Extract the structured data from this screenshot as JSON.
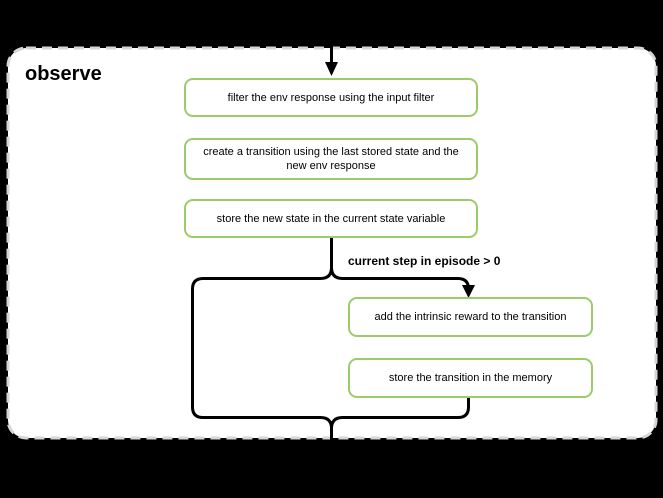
{
  "diagram": {
    "title": "observe",
    "nodes": [
      {
        "id": "filter-env-response",
        "label": "filter the env response using the input filter"
      },
      {
        "id": "create-transition",
        "label": "create a transition using the last stored state and the new env response"
      },
      {
        "id": "store-new-state",
        "label": "store the new state in the current state variable"
      },
      {
        "id": "add-intrinsic-reward",
        "label": "add the intrinsic reward to the transition"
      },
      {
        "id": "store-transition",
        "label": "store the transition in the memory"
      }
    ],
    "condition_label": "current step in episode > 0",
    "colors": {
      "node_border": "#9ccb6c",
      "connector": "#000000",
      "panel_bg": "#ffffff",
      "panel_border": "#d6d6d6",
      "canvas_bg": "#000000",
      "text": "#000000"
    }
  }
}
